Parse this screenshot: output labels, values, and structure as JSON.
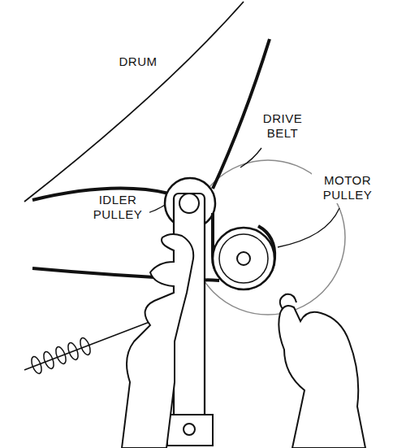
{
  "diagram": {
    "labels": [
      "DRUM",
      "DRIVE BELT",
      "IDLER PULLEY",
      "MOTOR PULLEY"
    ]
  }
}
